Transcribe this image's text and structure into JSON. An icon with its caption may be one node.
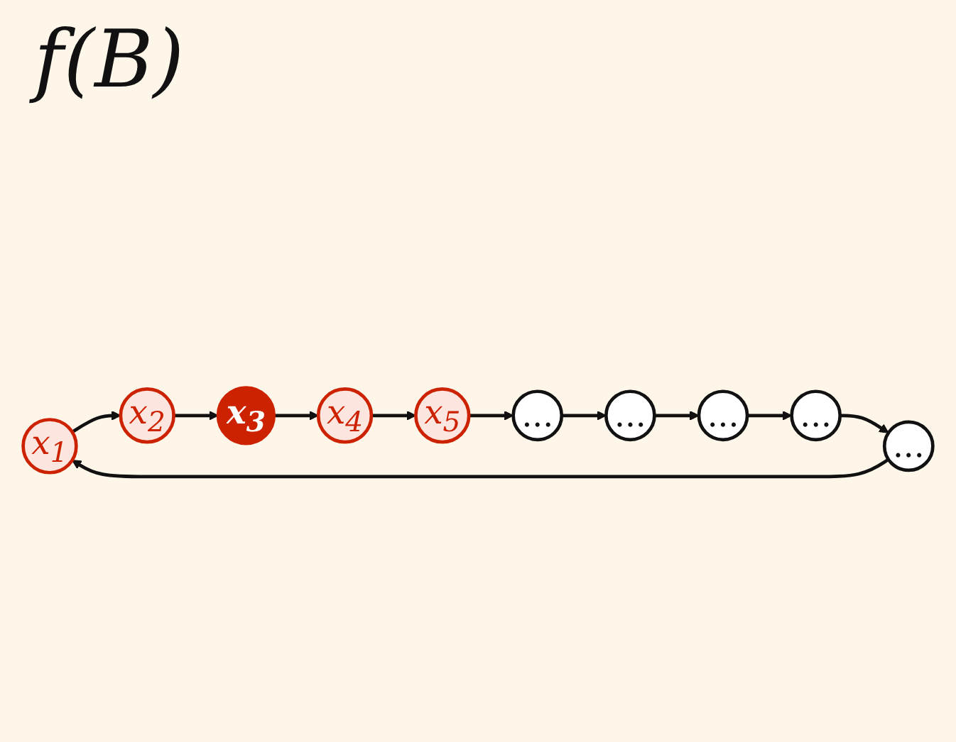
{
  "diagram": {
    "title": "f(B)",
    "nodes": [
      {
        "text": [
          "x$_{1}$"
        ]
      },
      {
        "text": [
          "x$_{2}$"
        ]
      },
      {
        "text": [
          "x$_{3}$"
        ]
      },
      {
        "text": [
          "x$_{4}$"
        ]
      },
      {
        "text": [
          "x$_{5}$"
        ]
      },
      {
        "text": [
          "..."
        ]
      },
      {
        "text": [
          "..."
        ]
      },
      {
        "text": [
          "..."
        ]
      },
      {
        "text": [
          "..."
        ]
      },
      {
        "text": [
          "..."
        ]
      }
    ],
    "edges": [
      {
        "from": 0,
        "to": 1,
        "arrow": "to"
      },
      {
        "from": 1,
        "to": 2,
        "arrow": "to"
      },
      {
        "from": 2,
        "to": 3,
        "arrow": "to"
      },
      {
        "from": 3,
        "to": 4,
        "arrow": "to"
      },
      {
        "from": 4,
        "to": 5,
        "arrow": "to"
      },
      {
        "from": 5,
        "to": 6,
        "arrow": "to"
      },
      {
        "from": 6,
        "to": 7,
        "arrow": "to"
      },
      {
        "from": 7,
        "to": 8,
        "arrow": "to"
      },
      {
        "from": 8,
        "to": 9,
        "arrow": "to"
      },
      {
        "from": 9,
        "to": 0,
        "arrow": "to"
      }
    ]
  }
}
